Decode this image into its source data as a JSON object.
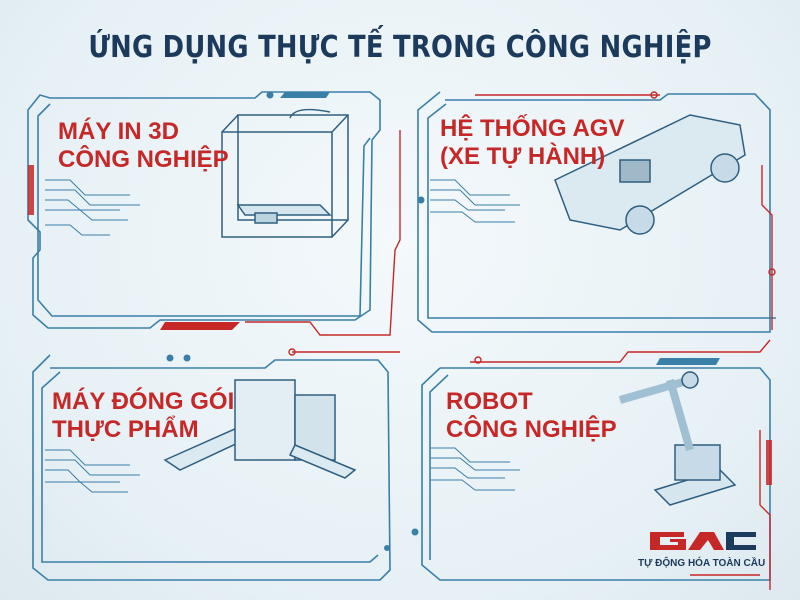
{
  "title": "ỨNG DỤNG THỰC TẾ TRONG CÔNG NGHIỆP",
  "panels": [
    {
      "id": "3d-printer",
      "line1": "MÁY IN 3D",
      "line2": "CÔNG NGHIỆP",
      "illustration": "industrial-3d-printer"
    },
    {
      "id": "agv",
      "line1": "HỆ THỐNG AGV",
      "line2": "(XE TỰ HÀNH)",
      "illustration": "agv-vehicle"
    },
    {
      "id": "packaging",
      "line1": "MÁY ĐÓNG GÓI",
      "line2": "THỰC PHẨM",
      "illustration": "food-packaging-machine"
    },
    {
      "id": "robot",
      "line1": "ROBOT",
      "line2": "CÔNG NGHIỆP",
      "illustration": "industrial-robot-arm"
    }
  ],
  "logo": {
    "mark": "GAC",
    "tagline": "TỰ ĐỘNG HÓA TOÀN CẦU"
  },
  "colors": {
    "title": "#1b3a5c",
    "accent_red": "#c62828",
    "frame_blue": "#3a7fa8",
    "background": "#eaf3f7"
  }
}
